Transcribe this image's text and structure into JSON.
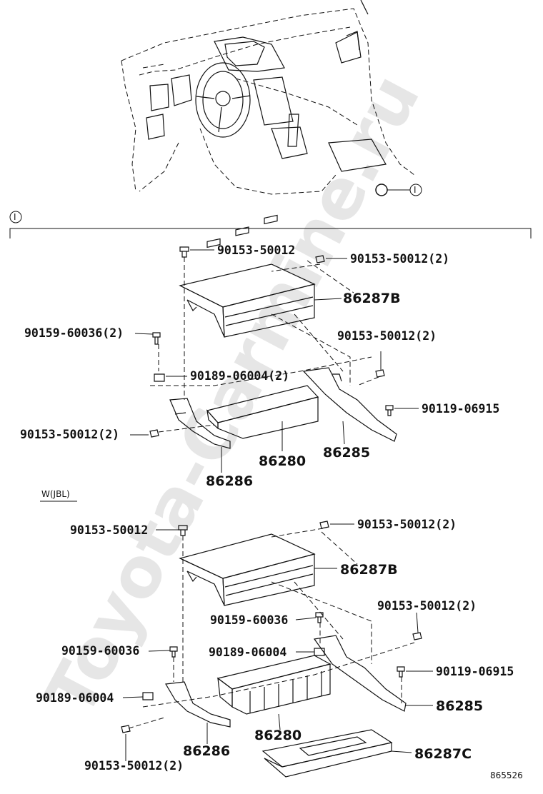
{
  "key_marker": "I",
  "labels": {
    "a1": "90153-50012",
    "a2": "90153-50012(2)",
    "a3": "86287B",
    "a4": "90159-60036(2)",
    "a5": "90153-50012(2)",
    "a6": "90189-06004(2)",
    "a7": "90119-06915",
    "a8": "90153-50012(2)",
    "a9": "86280",
    "a10": "86285",
    "a11": "86286",
    "variant_tag": "W(JBL)",
    "b1": "90153-50012",
    "b2": "90153-50012(2)",
    "b3": "86287B",
    "b4": "90159-60036",
    "b5": "90153-50012(2)",
    "b6": "90159-60036",
    "b7": "90189-06004",
    "b8": "90119-06915",
    "b9": "90189-06004",
    "b10": "86285",
    "b11": "86280",
    "b12": "86286",
    "b13": "90153-50012(2)",
    "b14": "86287C"
  },
  "figure_code": "865526",
  "watermark": "Toyota-Carmine.ru"
}
